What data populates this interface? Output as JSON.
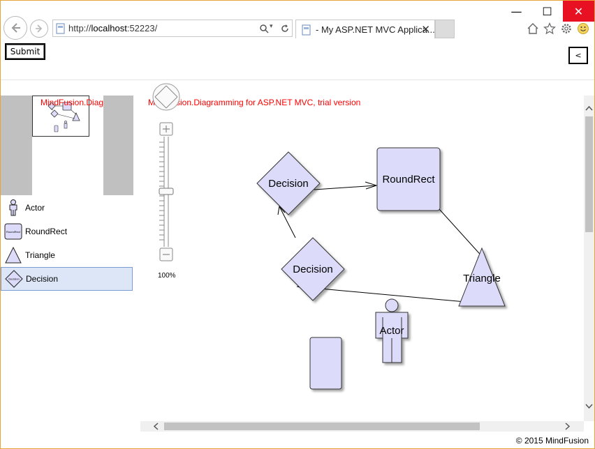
{
  "browser": {
    "url_prefix": "http://",
    "url_host": "localhost",
    "url_port": ":52223/",
    "tab_title": "- My ASP.NET MVC Applica...",
    "tab_close": "✕",
    "minimize": "—",
    "maximize": "☐",
    "close": "✕"
  },
  "page": {
    "submit_label": "Submit",
    "collapse_label": "<",
    "trial_text_overview": "MindFusion.Diag",
    "trial_text_canvas": "MindFusion.Diagramming for ASP.NET MVC, trial version",
    "zoom_level": "100%",
    "footer": "© 2015 MindFusion"
  },
  "palette": {
    "items": [
      {
        "label": "Actor",
        "icon": "actor-icon",
        "selected": false
      },
      {
        "label": "RoundRect",
        "icon": "roundrect-icon",
        "selected": false
      },
      {
        "label": "Triangle",
        "icon": "triangle-icon",
        "selected": false
      },
      {
        "label": "Decision",
        "icon": "decision-icon",
        "selected": true
      }
    ]
  },
  "diagram": {
    "nodes": [
      {
        "label": "Decision",
        "shape": "decision"
      },
      {
        "label": "RoundRect",
        "shape": "roundrect"
      },
      {
        "label": "Decision",
        "shape": "decision"
      },
      {
        "label": "Triangle",
        "shape": "triangle"
      },
      {
        "label": "Actor",
        "shape": "actor"
      },
      {
        "label": "",
        "shape": "roundrect"
      }
    ],
    "node_fill": "#dcdcfa",
    "node_stroke": "#333333"
  },
  "colors": {
    "trial_text": "#ff0000",
    "overview_bg": "#c0c0c0",
    "selected_item": "#dce6f7",
    "window_border": "#e8a33a",
    "close_button": "#e81123"
  }
}
